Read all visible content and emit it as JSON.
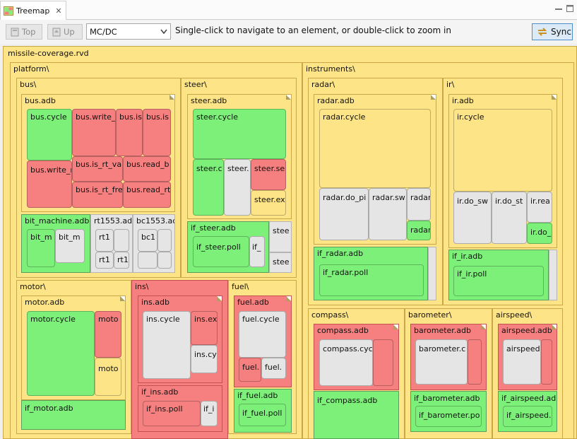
{
  "tab": {
    "title": "Treemap"
  },
  "toolbar": {
    "top_label": "Top",
    "up_label": "Up",
    "combo_value": "MC/DC",
    "hint": "Single-click to navigate to an element, or double-click to zoom in",
    "sync_label": "Sync"
  },
  "colors": {
    "folder": "#fde487",
    "covered": "#7df07a",
    "uncovered": "#f67f7f",
    "none": "#e5e5e5",
    "accent": "#4d8ec9"
  },
  "icons": {
    "tab": "treemap-icon",
    "close": "close-icon",
    "minimize": "minimize-icon",
    "maximize": "maximize-icon",
    "top": "top-icon",
    "up": "up-icon",
    "sync": "sync-icon",
    "dropdown": "chevron-down-icon"
  },
  "treemap": {
    "root": "missile-coverage.rvd",
    "platform": "platform\\",
    "bus": "bus\\",
    "bus_adb": "bus.adb",
    "bus_cycle": "bus.cycle",
    "bus_write1": "bus.write_",
    "bus_is1": "bus.is",
    "bus_is2": "bus.is",
    "bus_write_r": "bus.write_r",
    "bus_is_rt_vali": "bus.is_rt_vali",
    "bus_read_b": "bus.read_b",
    "bus_is_rt_fre": "bus.is_rt_fre",
    "bus_read_rt": "bus.read_rt",
    "bit_machine": "bit_machine.adb",
    "bit_m1": "bit_m",
    "bit_m2": "bit_m",
    "rt1553": "rt1553.ad",
    "rt1a": "rt1",
    "rt1b": "rt1",
    "rt1c": "rt1",
    "bc1553": "bc1553.ad",
    "bc1": "bc1",
    "steer": "steer\\",
    "steer_adb": "steer.adb",
    "steer_cycle": "steer.cycle",
    "steer_c": "steer.c",
    "steer_dot": "steer.",
    "steer_se": "steer.se",
    "steer_ex": "steer.ex",
    "if_steer": "if_steer.adb",
    "if_steer_poll": "if_steer.poll",
    "if_": "if_",
    "stee1": "stee",
    "stee2": "stee",
    "motor": "motor\\",
    "motor_adb": "motor.adb",
    "motor_cycle": "motor.cycle",
    "moto1": "moto",
    "moto2": "moto",
    "if_motor": "if_motor.adb",
    "ins": "ins\\",
    "ins_adb": "ins.adb",
    "ins_cycle": "ins.cycle",
    "ins_ex": "ins.ex",
    "ins_cy": "ins.cy",
    "if_ins": "if_ins.adb",
    "if_ins_poll": "if_ins.poll",
    "if_i": "if_i",
    "fuel": "fuel\\",
    "fuel_adb": "fuel.adb",
    "fuel_cycle": "fuel.cycle",
    "fuel1": "fuel.",
    "fuel2": "fuel.",
    "if_fuel": "if_fuel.adb",
    "if_fuel_poll": "if_fuel.poll",
    "instruments": "instruments\\",
    "radar": "radar\\",
    "radar_adb": "radar.adb",
    "radar_cycle": "radar.cycle",
    "radar_do_pi": "radar.do_pi",
    "radar_sw": "radar.sw",
    "radar1": "radar",
    "radar2": "radar",
    "if_radar": "if_radar.adb",
    "if_radar_poll": "if_radar.poll",
    "ir": "ir\\",
    "ir_adb": "ir.adb",
    "ir_cycle": "ir.cycle",
    "ir_do_sw": "ir.do_sw",
    "ir_do_st": "ir.do_st",
    "ir_rea": "ir.rea",
    "ir_do": "ir.do_",
    "if_ir": "if_ir.adb",
    "if_ir_poll": "if_ir.poll",
    "compass": "compass\\",
    "compass_adb": "compass.adb",
    "compass_cyc": "compass.cyc",
    "if_compass": "if_compass.adb",
    "barometer": "barometer\\",
    "barometer_adb": "barometer.adb",
    "barometer_c": "barometer.c",
    "if_barometer": "if_barometer.adb",
    "if_barometer_po": "if_barometer.po",
    "airspeed": "airspeed\\",
    "airspeed_adb": "airspeed.adb",
    "airspeed_dot": "airspeed.",
    "if_airspeed": "if_airspeed.ad",
    "if_airspeed_dot": "if_airspeed."
  }
}
